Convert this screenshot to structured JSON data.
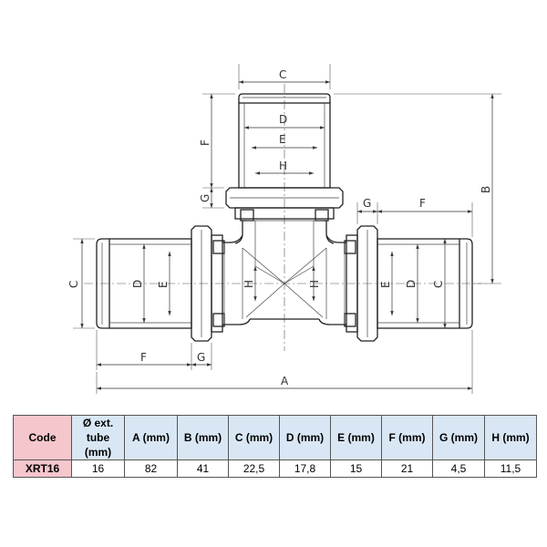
{
  "drawing": {
    "labels": {
      "A": "A",
      "B": "B",
      "C": "C",
      "D": "D",
      "E": "E",
      "F": "F",
      "G": "G",
      "H": "H"
    }
  },
  "table": {
    "headers": [
      {
        "key": "code",
        "text": "Code"
      },
      {
        "key": "tube",
        "text": "Ø ext. tube (mm)"
      },
      {
        "key": "A",
        "text": "A (mm)"
      },
      {
        "key": "B",
        "text": "B (mm)"
      },
      {
        "key": "C",
        "text": "C (mm)"
      },
      {
        "key": "D",
        "text": "D (mm)"
      },
      {
        "key": "E",
        "text": "E (mm)"
      },
      {
        "key": "F",
        "text": "F (mm)"
      },
      {
        "key": "G",
        "text": "G (mm)"
      },
      {
        "key": "H",
        "text": "H (mm)"
      }
    ],
    "rows": [
      [
        "XRT16",
        "16",
        "82",
        "41",
        "22,5",
        "17,8",
        "15",
        "21",
        "4,5",
        "11,5"
      ]
    ]
  }
}
